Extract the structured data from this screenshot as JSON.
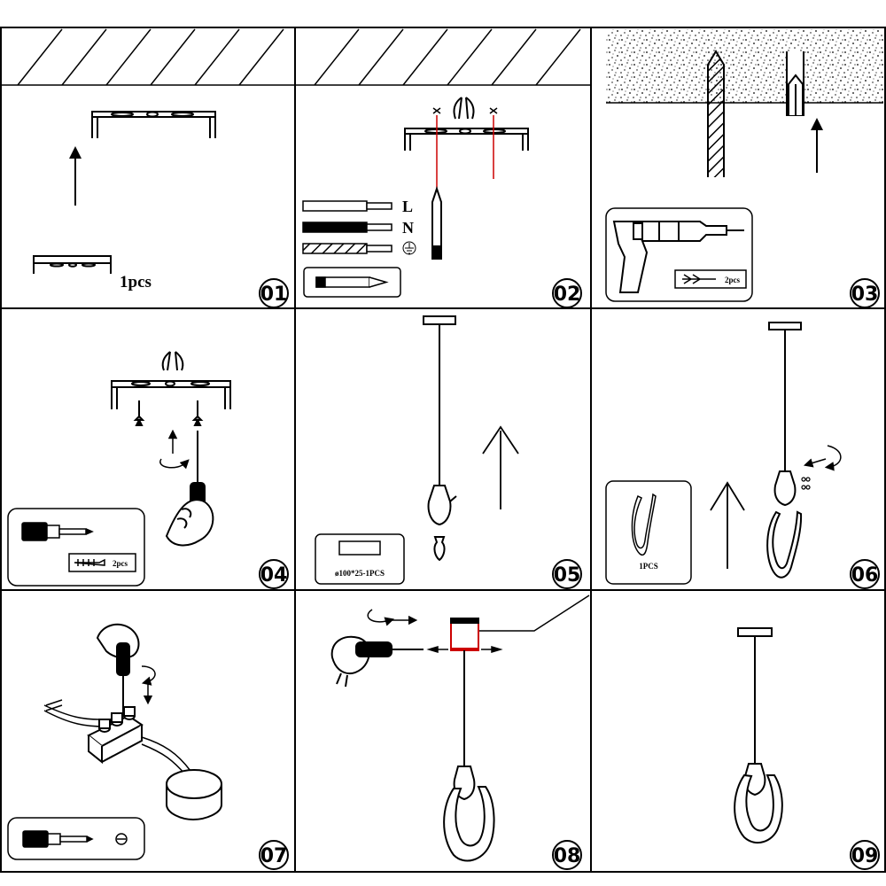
{
  "panels": [
    {
      "step": "01",
      "note": "1pcs"
    },
    {
      "step": "02",
      "wires": [
        "L",
        "N"
      ]
    },
    {
      "step": "03",
      "anchor_label": "2pcs"
    },
    {
      "step": "04",
      "screw_label": "2pcs"
    },
    {
      "step": "05",
      "box_label": "ø100*25-1PCS"
    },
    {
      "step": "06",
      "shade_label": "1PCS"
    },
    {
      "step": "07"
    },
    {
      "step": "08"
    },
    {
      "step": "09"
    }
  ],
  "colors": {
    "line": "#000000",
    "guide": "#cc0000"
  }
}
